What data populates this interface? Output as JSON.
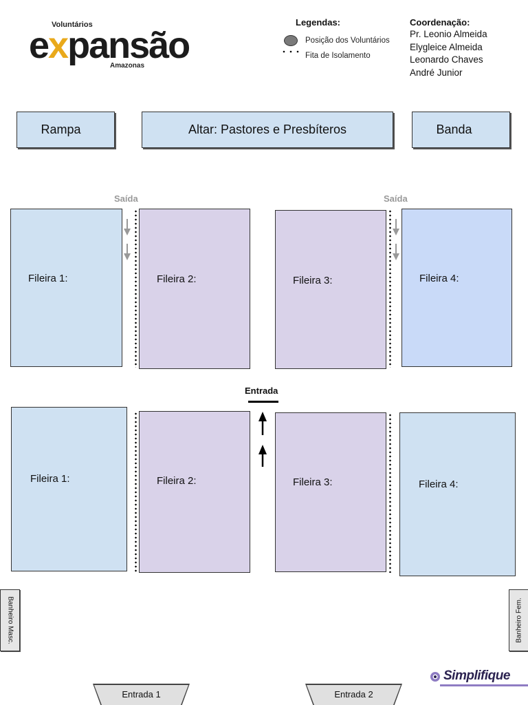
{
  "logo": {
    "top": "Voluntários",
    "word_pre": "e",
    "word_x": "x",
    "word_post": "pansão",
    "sub": "Amazonas"
  },
  "legend": {
    "title": "Legendas:",
    "volunteers": "Posição dos Voluntários",
    "tape": "Fita de Isolamento"
  },
  "coordination": {
    "title": "Coordenação:",
    "names": [
      "Pr. Leonio Almeida",
      "Elygleice Almeida",
      "Leonardo Chaves",
      "André Junior"
    ]
  },
  "top_boxes": {
    "ramp": "Rampa",
    "altar": "Altar: Pastores e Presbíteros",
    "band": "Banda"
  },
  "exits": {
    "left": "Saída",
    "right": "Saída"
  },
  "rows_top": [
    "Fileira 1:",
    "Fileira 2:",
    "Fileira 3:",
    "Fileira 4:"
  ],
  "rows_bottom": [
    "Fileira 1:",
    "Fileira 2:",
    "Fileira 3:",
    "Fileira 4:"
  ],
  "entrance_center": "Entrada",
  "restrooms": {
    "male": "Banheiro Masc.",
    "female": "Banheiro Fem."
  },
  "entrances": [
    "Entrada 1",
    "Entrada 2"
  ],
  "brand": "Simplifique",
  "colors": {
    "accent": "#e9a91b",
    "blue": "#cfe1f2",
    "purple": "#d9d2e9",
    "blue_alt": "#c9daf8"
  }
}
